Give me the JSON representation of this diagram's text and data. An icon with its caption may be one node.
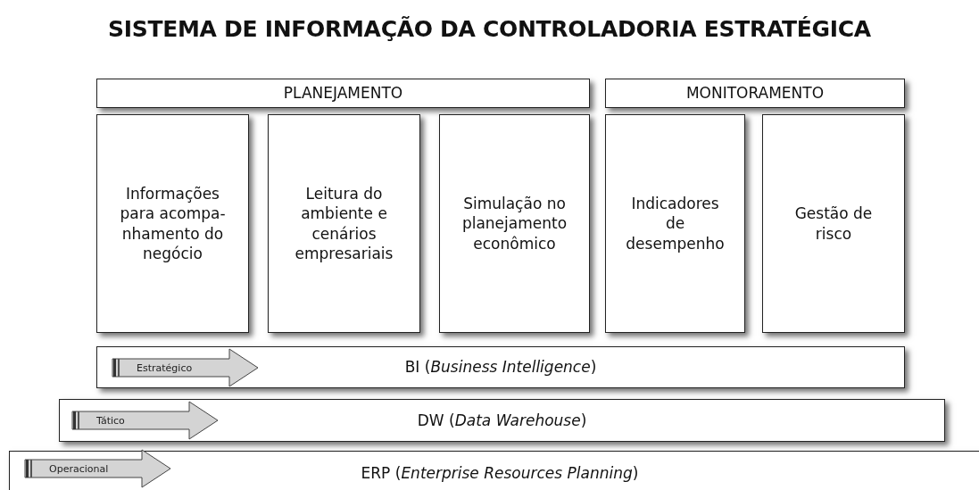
{
  "diagram": {
    "title": "SISTEMA DE INFORMAÇÃO DA CONTROLADORIA ESTRATÉGICA",
    "nodes": [
      {
        "text": [
          "PLANEJAMENTO"
        ]
      },
      {
        "text": [
          "MONITORAMENTO"
        ]
      },
      {
        "text": [
          "Informações para acompa- nhamento do negócio"
        ]
      },
      {
        "text": [
          "Leitura do ambiente e cenários empresariais"
        ]
      },
      {
        "text": [
          "Simulação no planejamento econômico"
        ]
      },
      {
        "text": [
          "Indicadores de desempenho"
        ]
      },
      {
        "text": [
          "Gestão de risco"
        ]
      },
      {
        "text": [
          "BI (*Business Intelligence*)"
        ]
      },
      {
        "text": [
          "Estratégico"
        ],
        "in": 7
      },
      {
        "text": [
          "DW (*Data Warehouse*)"
        ]
      },
      {
        "text": [
          "Tático"
        ],
        "in": 9
      },
      {
        "text": [
          "ERP (*Enterprise Resources Planning*)"
        ]
      },
      {
        "text": [
          "Operacional"
        ],
        "in": 11
      }
    ]
  }
}
